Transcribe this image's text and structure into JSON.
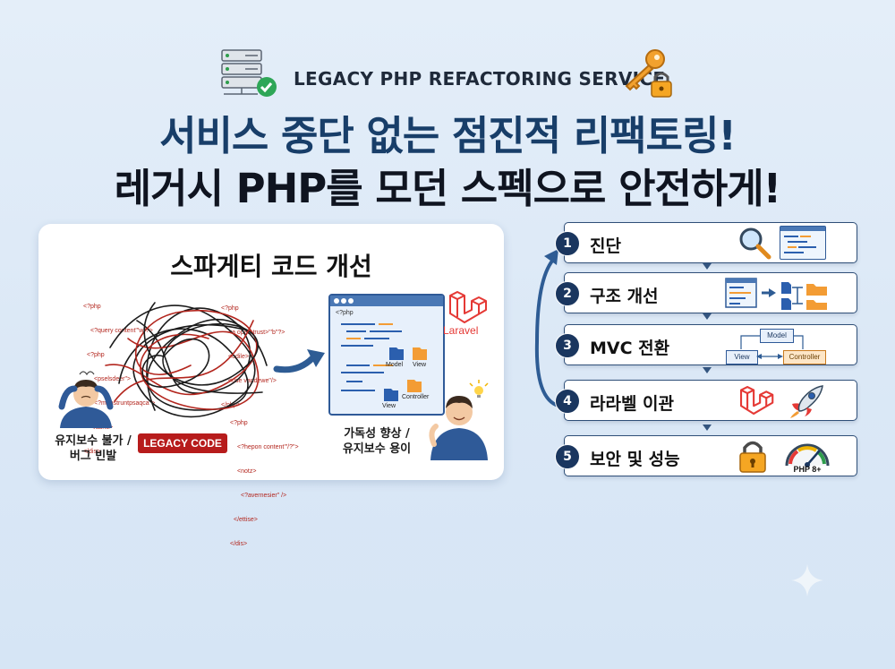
{
  "header": {
    "subtitle": "LEGACY PHP REFACTORING SERVICE",
    "title_line1": "서비스 중단 없는 점진적 리팩토링!",
    "title_line2": "레거시 PHP를 모던 스펙으로 안전하게!"
  },
  "panel": {
    "title": "스파게티 코드 개선",
    "legacy_badge": "LEGACY CODE",
    "left_caption": [
      "유지보수 불가 /",
      "버그 빈발"
    ],
    "right_caption": [
      "가독성 향상 /",
      "유지보수 용이"
    ],
    "framework_label": "Laravel",
    "editor_labels": {
      "model": "Model",
      "view": "View",
      "controller": "Controller"
    },
    "code_snippets": [
      [
        "<?php",
        "<?query content'\"w\"?>",
        "<?php",
        "<pselsdeer\">",
        "<?menstruntpsaqca\">",
        "</ashs>",
        "</dis>"
      ],
      [
        "<?php",
        "<a open trust>\"'b\"?>",
        "<odile>",
        "<use vandewe\"/>",
        "</php>"
      ],
      [
        "<?php",
        "<?hepon content'\"/?\">",
        "<notz>",
        "<?avernesier\" />",
        "</ettise>",
        "</dis>"
      ]
    ],
    "editor_code": "<?php"
  },
  "steps": [
    {
      "num": "1",
      "label": "진단",
      "icon": "magnifier-icon"
    },
    {
      "num": "2",
      "label": "구조 개선",
      "icon": "folder-structure-icon"
    },
    {
      "num": "3",
      "label": "MVC 전환",
      "icon": "mvc-diagram-icon",
      "mvc": {
        "model": "Model",
        "view": "View",
        "controller": "Controller"
      }
    },
    {
      "num": "4",
      "label": "라라벨 이관",
      "icon": "rocket-icon"
    },
    {
      "num": "5",
      "label": "보안 및 성능",
      "icon": "lock-icon",
      "gauge_label": "PHP 8+"
    }
  ],
  "colors": {
    "navy": "#1a365f",
    "accent_red": "#b71c1c",
    "laravel_red": "#e53935",
    "orange": "#f39c34"
  }
}
